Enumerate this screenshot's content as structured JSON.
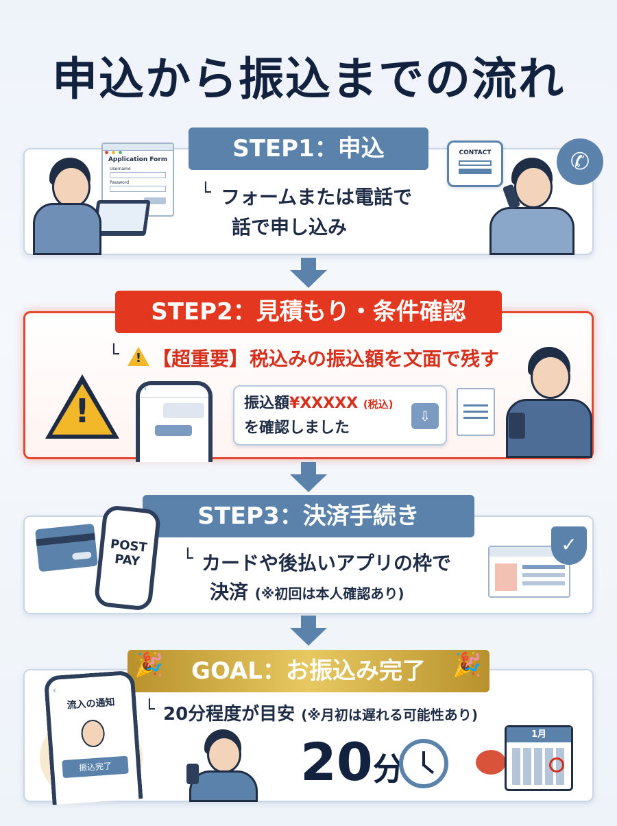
{
  "title": "申込から振込までの流れ",
  "step1": {
    "label": "STEP1：申込",
    "desc_line1": "フォームまたは電話で",
    "desc_line2": "話で申し込み",
    "form_title": "Application Form",
    "form_username": "Username",
    "form_password": "Password",
    "contact_label": "CONTACT"
  },
  "step2": {
    "label": "STEP2：見積もり・条件確認",
    "warning_badge": "【超重要】",
    "warning_text": "税込みの振込額を文面で残す",
    "msg_prefix": "振込額",
    "msg_amount": "¥XXXXX",
    "msg_tax": "(税込)",
    "msg_line2": "を確認しました"
  },
  "step3": {
    "label": "STEP3：決済手続き",
    "desc_line1": "カードや後払いアプリの枠で",
    "desc_line2": "決済",
    "desc_note": "(※初回は本人確認あり)",
    "postpay_line1": "POST",
    "postpay_line2": "PAY"
  },
  "goal": {
    "label": "GOAL：お振込み完了",
    "desc_main": "20分程度が目安",
    "desc_note": "(※月初は遅れる可能性あり)",
    "big_time": "20",
    "big_unit": "分",
    "phone_title": "流入の通知",
    "phone_button": "振込完了",
    "calendar_month": "1月"
  },
  "tick": "└",
  "colors": {
    "blue": "#5b82ab",
    "red": "#e3381f",
    "gold": "#c9a440",
    "navy": "#12213d"
  }
}
